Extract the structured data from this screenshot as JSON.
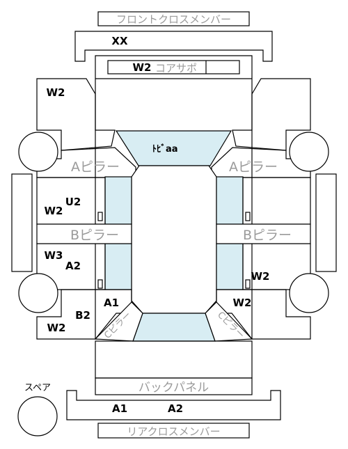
{
  "panels": {
    "front_cross_member": "フロントクロスメンバー",
    "radiator_support": "コアサポ",
    "a_pillar_left": "Aピラー",
    "a_pillar_right": "Aピラー",
    "b_pillar_left": "Bピラー",
    "b_pillar_right": "Bピラー",
    "back_panel": "バックパネル",
    "rear_cross_member": "リアクロスメンバー",
    "spare": "スペア",
    "windshield": "ﾄﾋﾞaa",
    "c_pillar_left": "Cピラー",
    "c_pillar_right": "Cピラー"
  },
  "damage_marks": {
    "front_member": "XX",
    "radiator": "W2",
    "front_left_fender": "W2",
    "front_left_door_u": "U2",
    "front_left_door_w": "W2",
    "rear_left_door_w": "W3",
    "rear_left_door_a": "A2",
    "rear_left_sill": "A1",
    "rear_left_quarter_b": "B2",
    "rear_left_quarter_w": "W2",
    "rear_right_door": "W2",
    "rear_right_quarter": "W2",
    "rear_member_1": "A1",
    "rear_member_2": "A2"
  },
  "colors": {
    "glass": "#d8edf3",
    "outline": "#000000",
    "panel_label": "#9a9a9a"
  }
}
